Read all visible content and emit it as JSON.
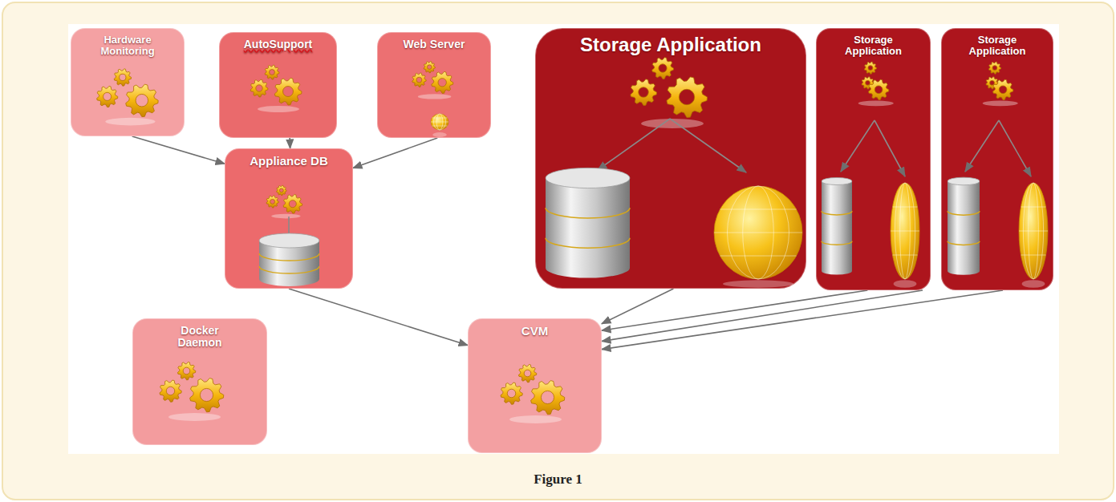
{
  "diagram": {
    "caption": "Figure 1",
    "nodes": [
      {
        "text": [
          "Hardware Monitoring"
        ]
      },
      {
        "text": [
          "AutoSupport"
        ]
      },
      {
        "text": [
          "Web Server"
        ]
      },
      {
        "text": [
          "Appliance DB"
        ]
      },
      {
        "text": [
          "Storage Application"
        ]
      },
      {
        "text": [
          "Storage Application"
        ]
      },
      {
        "text": [
          "Storage Application"
        ]
      },
      {
        "text": [
          "Docker Daemon"
        ]
      },
      {
        "text": [
          "CVM"
        ]
      }
    ],
    "edges": [
      {
        "from": 0,
        "to": 3,
        "arrow": "to"
      },
      {
        "from": 1,
        "to": 3,
        "arrow": "to"
      },
      {
        "from": 2,
        "to": 3,
        "arrow": "to"
      },
      {
        "from": 3,
        "to": 8,
        "arrow": "to"
      },
      {
        "from": 4,
        "to": 8,
        "arrow": "to"
      },
      {
        "from": 5,
        "to": 8,
        "arrow": "to"
      },
      {
        "from": 5,
        "to": 8,
        "arrow": "to"
      },
      {
        "from": 6,
        "to": 8,
        "arrow": "to"
      }
    ]
  }
}
